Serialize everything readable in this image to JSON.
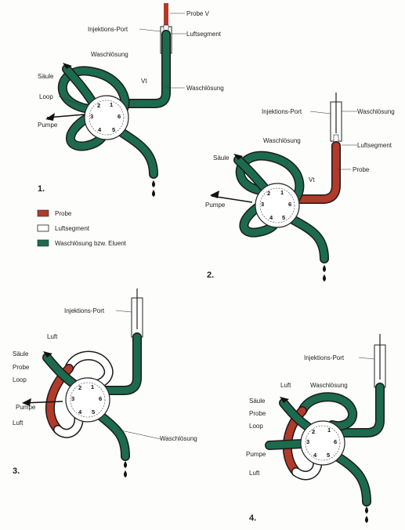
{
  "colors": {
    "probe": "#b23a2a",
    "luftsegment": "#ffffff",
    "waschloesung": "#1d6b4f",
    "outline": "#1b1b1b"
  },
  "legend": {
    "probe": "Probe",
    "luftsegment": "Luftsegment",
    "waschloesung": "Waschlösung bzw. Eluent"
  },
  "panels": [
    {
      "number": "1.",
      "labels": {
        "probe_v": "Probe V",
        "injektions_port": "Injektions-Port",
        "luftsegment": "Luftsegment",
        "waschloesung_top": "Waschlösung",
        "saeule": "Säule",
        "loop": "Loop",
        "pumpe": "Pumpe",
        "vt": "Vt",
        "waschloesung_right": "Waschlösung"
      }
    },
    {
      "number": "2.",
      "labels": {
        "injektions_port": "Injektions-Port",
        "waschloesung_right": "Waschlösung",
        "luftsegment": "Luftsegment",
        "waschloesung_top": "Waschlösung",
        "saeule": "Säule",
        "probe": "Probe",
        "vt": "Vt",
        "pumpe": "Pumpe"
      }
    },
    {
      "number": "3.",
      "labels": {
        "injektions_port": "Injektions-Port",
        "luft_top": "Luft",
        "saeule": "Säule",
        "probe": "Probe",
        "loop": "Loop",
        "pumpe": "Pumpe",
        "luft_bottom": "Luft",
        "waschloesung": "Waschlösung"
      }
    },
    {
      "number": "4.",
      "labels": {
        "injektions_port": "Injektions-Port",
        "luft_top": "Luft",
        "waschloesung": "Waschlösung",
        "saeule": "Säule",
        "probe": "Probe",
        "loop": "Loop",
        "pumpe": "Pumpe",
        "luft_bottom": "Luft"
      }
    }
  ],
  "ports": [
    "1",
    "2",
    "3",
    "4",
    "5",
    "6"
  ]
}
